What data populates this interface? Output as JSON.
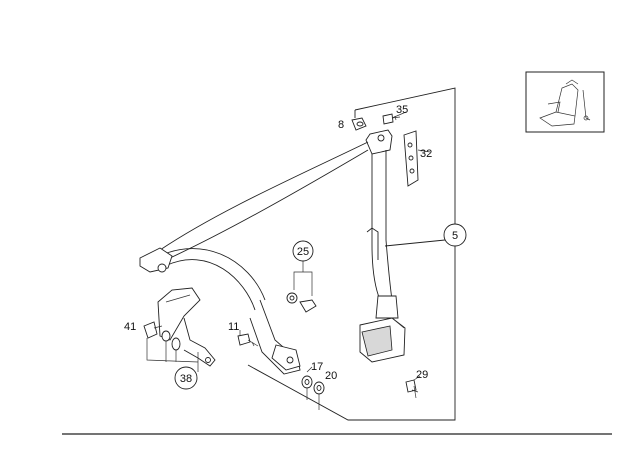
{
  "diagram": {
    "callouts": {
      "c5": "5",
      "c8": "8",
      "c11": "11",
      "c17": "17",
      "c20": "20",
      "c25": "25",
      "c29": "29",
      "c32": "32",
      "c35": "35",
      "c38": "38",
      "c41": "41"
    }
  }
}
